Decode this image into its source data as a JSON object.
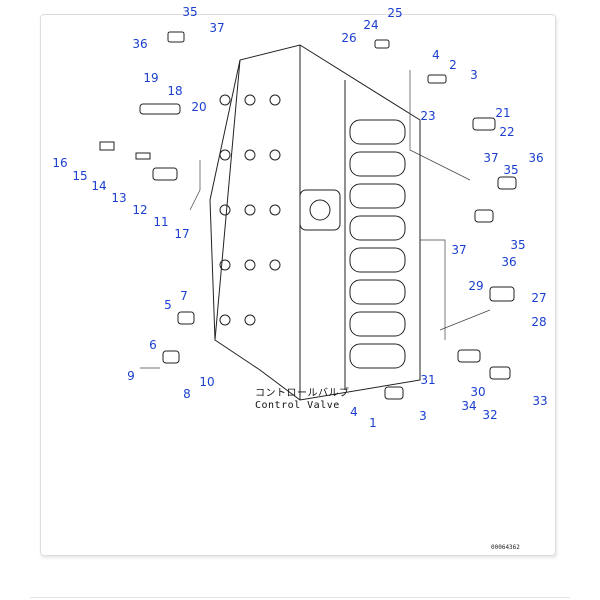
{
  "diagram": {
    "caption_jp": "コントロールバルブ",
    "caption_en": "Control Valve",
    "drawing_code": "00064362",
    "callouts": [
      "35",
      "37",
      "36",
      "24",
      "25",
      "26",
      "4",
      "2",
      "3",
      "19",
      "18",
      "20",
      "23",
      "21",
      "22",
      "16",
      "15",
      "14",
      "13",
      "12",
      "11",
      "17",
      "37",
      "35",
      "36",
      "37",
      "35",
      "36",
      "29",
      "27",
      "28",
      "5",
      "7",
      "6",
      "9",
      "8",
      "10",
      "31",
      "30",
      "34",
      "32",
      "33",
      "4",
      "1",
      "3"
    ],
    "callout_color": "#1a3fcf"
  }
}
